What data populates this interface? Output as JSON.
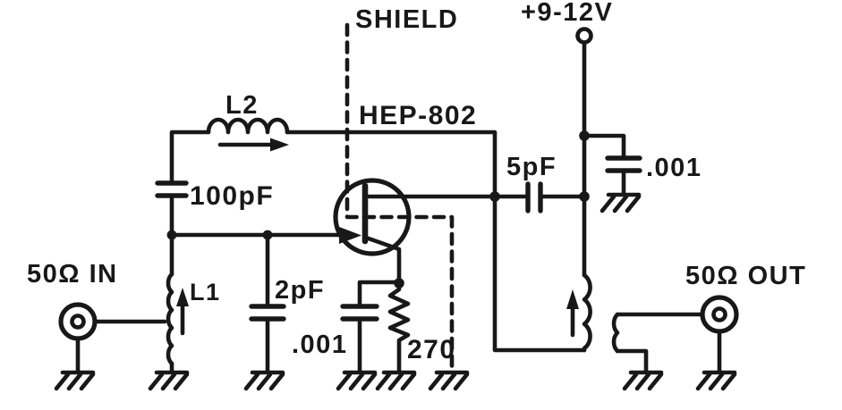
{
  "colors": {
    "ink": "#181818",
    "background": "#ffffff"
  },
  "labels": {
    "shield": "SHIELD",
    "supply": "+9-12V",
    "transistor": "HEP-802",
    "l2": "L2",
    "c_100pf": "100pF",
    "c_5pf": "5pF",
    "c_001_supply": ".001",
    "input": "50Ω IN",
    "l1": "L1",
    "c_2pf": "2pF",
    "c_001_source": ".001",
    "r_270": "270",
    "output": "50Ω OUT"
  }
}
